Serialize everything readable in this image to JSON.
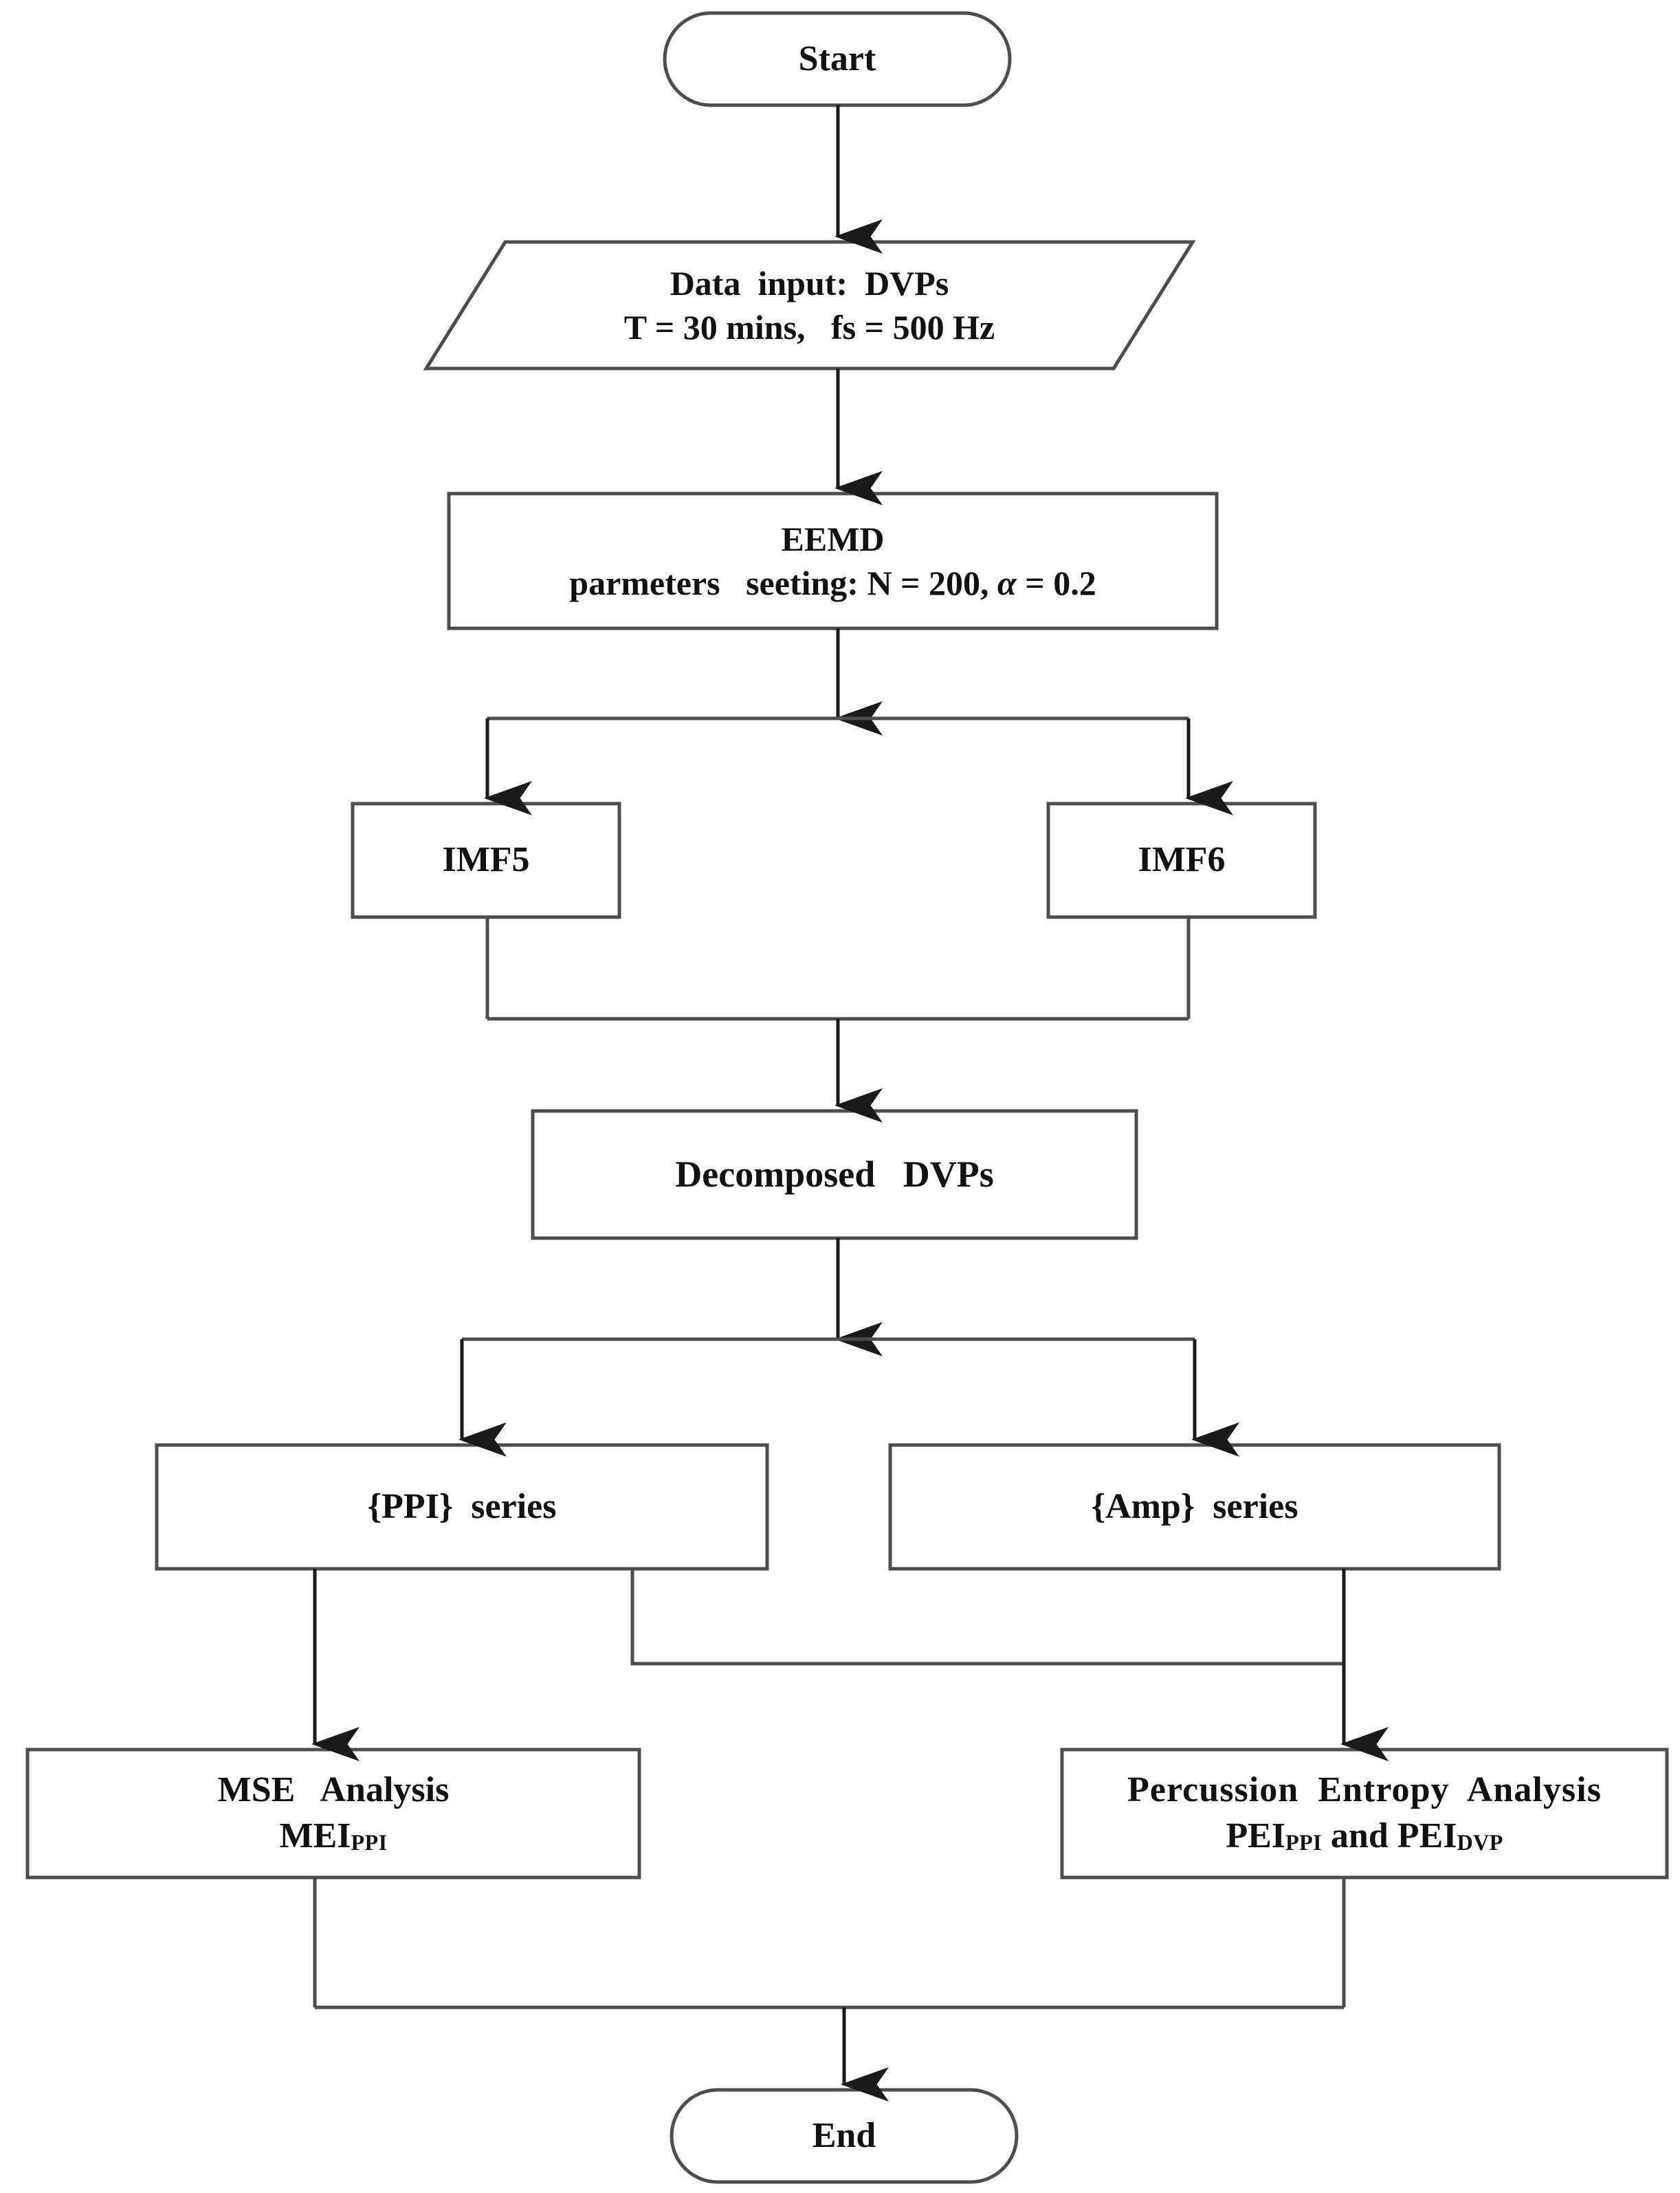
{
  "diagram": {
    "title": "EEMD-based DVP analysis flowchart",
    "type": "flowchart",
    "orientation": "top-to-bottom",
    "stroke_color": "#4d4d4d",
    "fill_color": "#ffffff",
    "text_color": "#111111"
  },
  "nodes": {
    "start": {
      "label": "Start",
      "shape": "terminator"
    },
    "data_input": {
      "shape": "parallelogram",
      "line1": "Data  input:  DVPs",
      "line2": "T = 30 mins,   fs = 500 Hz",
      "duration": "30 mins",
      "sampling_rate": "500 Hz"
    },
    "eemd": {
      "shape": "process",
      "line1": "EEMD",
      "line2_pre": "parmeters   seeting: N = 200, ",
      "alpha_symbol": "α",
      "line2_post": " = 0.2",
      "ensemble_N": "200",
      "alpha_value": "0.2"
    },
    "imf5": {
      "label": "IMF5",
      "shape": "process"
    },
    "imf6": {
      "label": "IMF6",
      "shape": "process"
    },
    "decomposed": {
      "label": "Decomposed   DVPs",
      "shape": "process"
    },
    "ppi_series": {
      "label": "{PPI}  series",
      "shape": "process"
    },
    "amp_series": {
      "label": "{Amp}  series",
      "shape": "process"
    },
    "mse": {
      "shape": "process",
      "line1": "MSE   Analysis",
      "line2_base": "MEI",
      "line2_sub": "PPI"
    },
    "pei": {
      "shape": "process",
      "line1": "Percussion  Entropy  Analysis",
      "line2_a_base": "PEI",
      "line2_a_sub": "PPI",
      "line2_mid": " and ",
      "line2_b_base": "PEI",
      "line2_b_sub": "DVP"
    },
    "end": {
      "label": "End",
      "shape": "terminator"
    }
  },
  "edges": [
    {
      "from": "start",
      "to": "data_input"
    },
    {
      "from": "data_input",
      "to": "eemd"
    },
    {
      "from": "eemd",
      "to": "imf5"
    },
    {
      "from": "eemd",
      "to": "imf6"
    },
    {
      "from": "imf5",
      "to": "decomposed"
    },
    {
      "from": "imf6",
      "to": "decomposed"
    },
    {
      "from": "decomposed",
      "to": "ppi_series"
    },
    {
      "from": "decomposed",
      "to": "amp_series"
    },
    {
      "from": "ppi_series",
      "to": "mse"
    },
    {
      "from": "ppi_series",
      "to": "pei"
    },
    {
      "from": "amp_series",
      "to": "pei"
    },
    {
      "from": "mse",
      "to": "end"
    },
    {
      "from": "pei",
      "to": "end"
    }
  ]
}
